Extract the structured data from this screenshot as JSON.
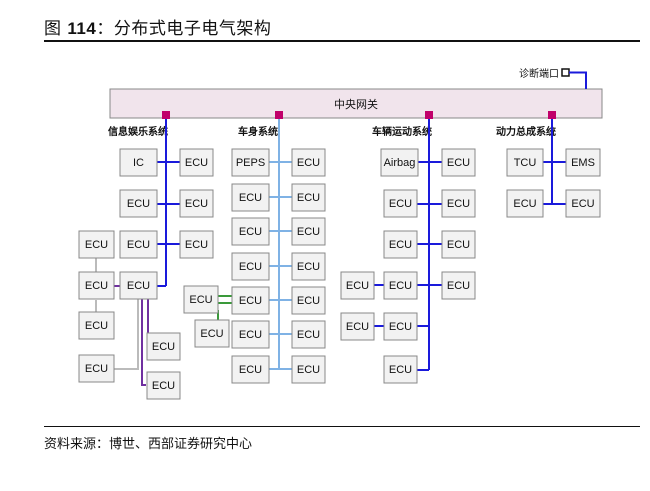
{
  "figure": {
    "label": "图 ",
    "number": "114",
    "title": "：分布式电子电气架构"
  },
  "source": "资料来源：博世、西部证券研究中心",
  "diagram": {
    "gateway": "中央网关",
    "diag_port": "诊断端口",
    "domains": {
      "infotainment": "信息娱乐系统",
      "body": "车身系统",
      "chassis": "车辆运动系统",
      "powertrain": "动力总成系统"
    },
    "nodes": {
      "ecu": "ECU",
      "ic": "IC",
      "peps": "PEPS",
      "airbag": "Airbag",
      "tcu": "TCU",
      "ems": "EMS"
    },
    "colors": {
      "bus_blue": "#1a1adb",
      "bus_lightblue": "#7fb2e5",
      "bus_purple": "#7030a0",
      "bus_green": "#3a9a3a",
      "bus_gray": "#bbbbbb",
      "connector": "#c0006a"
    }
  }
}
